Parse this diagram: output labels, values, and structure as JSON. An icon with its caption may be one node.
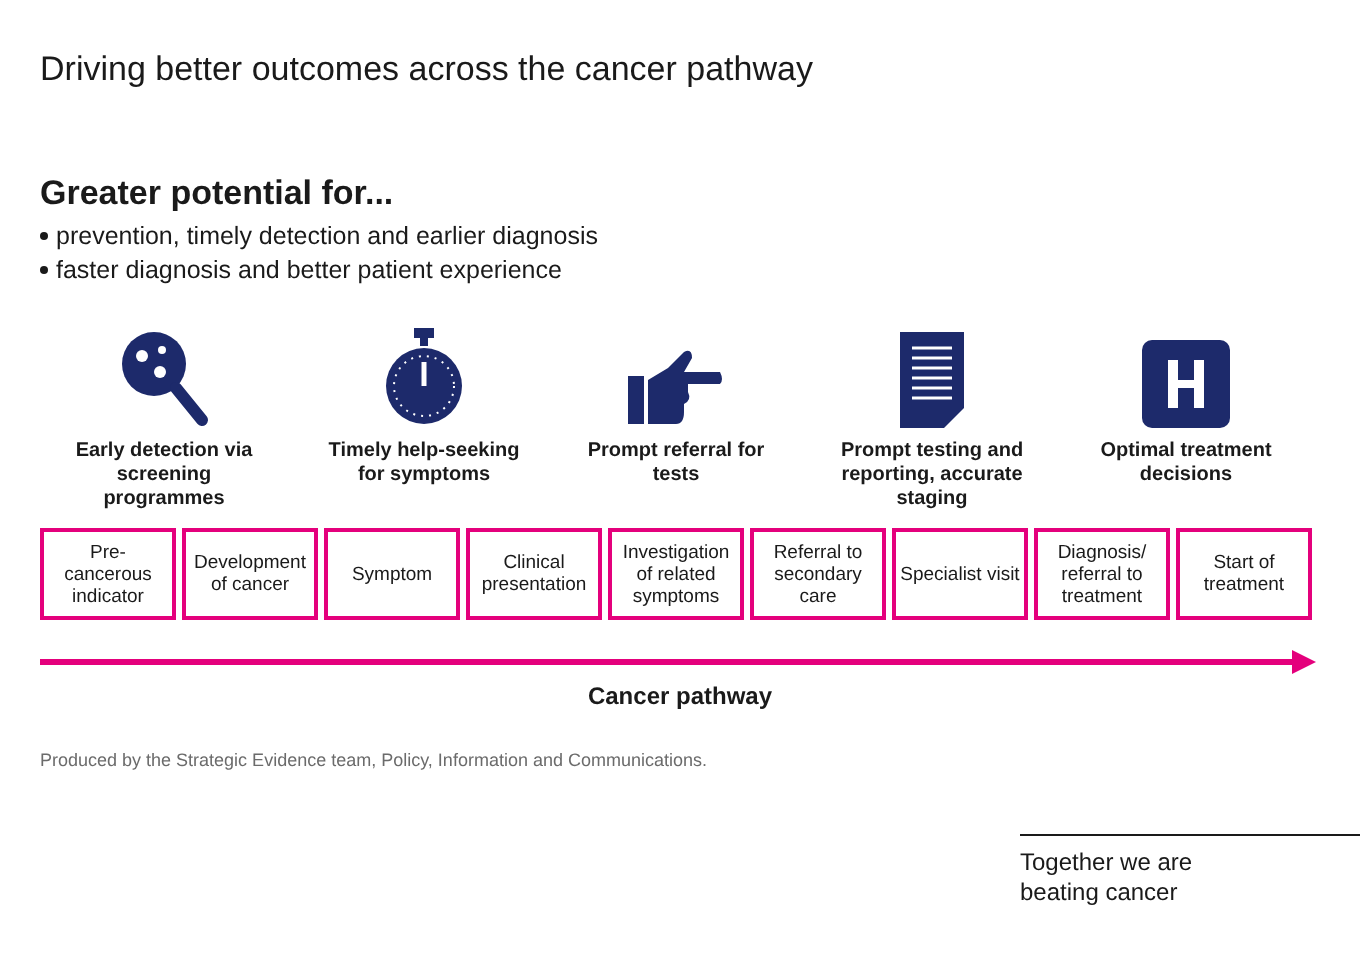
{
  "diagram": {
    "title": "Driving better outcomes across the cancer pathway",
    "nodes": [
      {
        "text": [
          "Pre-cancerous indicator"
        ]
      },
      {
        "text": [
          "Development of cancer"
        ]
      },
      {
        "text": [
          "Symptom"
        ]
      },
      {
        "text": [
          "Clinical presentation"
        ]
      },
      {
        "text": [
          "Investigation of related symptoms"
        ]
      },
      {
        "text": [
          "Referral to secondary care"
        ]
      },
      {
        "text": [
          "Specialist visit"
        ]
      },
      {
        "text": [
          "Diagnosis/ referral to treatment"
        ]
      },
      {
        "text": [
          "Start of treatment"
        ]
      }
    ],
    "labels": [
      "Greater potential for...",
      "prevention, timely detection and earlier diagnosis",
      "faster diagnosis and better patient experience",
      "Early detection via screening programmes",
      "Timely help-seeking for symptoms",
      "Prompt referral for tests",
      "Prompt testing and reporting, accurate staging",
      "Optimal treatment decisions",
      "Cancer pathway",
      "Produced by the Strategic Evidence team, Policy, Information and Communications.",
      "Together we are beating cancer"
    ]
  }
}
